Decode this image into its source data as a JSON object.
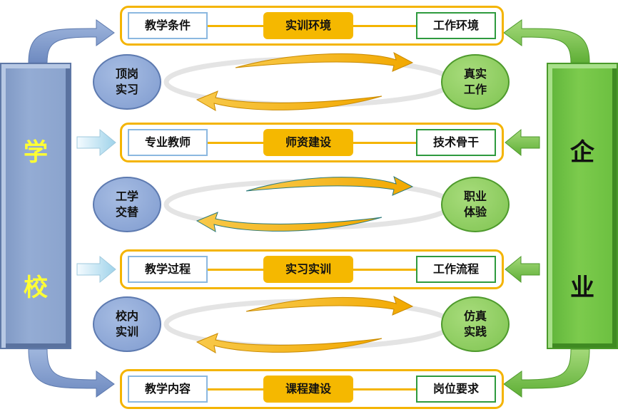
{
  "school": {
    "char_top": "学",
    "char_bottom": "校"
  },
  "company": {
    "char_top": "企",
    "char_bottom": "业"
  },
  "rows": [
    {
      "left": "教学条件",
      "center": "实训环境",
      "right": "工作环境"
    },
    {
      "left": "专业教师",
      "center": "师资建设",
      "right": "技术骨干"
    },
    {
      "left": "教学过程",
      "center": "实习实训",
      "right": "工作流程"
    },
    {
      "left": "教学内容",
      "center": "课程建设",
      "right": "岗位要求"
    }
  ],
  "cycles": [
    {
      "left": "顶岗实习",
      "right": "真实工作"
    },
    {
      "left": "工学交替",
      "right": "职业体验"
    },
    {
      "left": "校内实训",
      "right": "仿真实践"
    }
  ],
  "colors": {
    "school": "#8aa3cd",
    "company": "#6bbf3f",
    "accent": "#f5b800",
    "row_border": "#f4b400"
  }
}
